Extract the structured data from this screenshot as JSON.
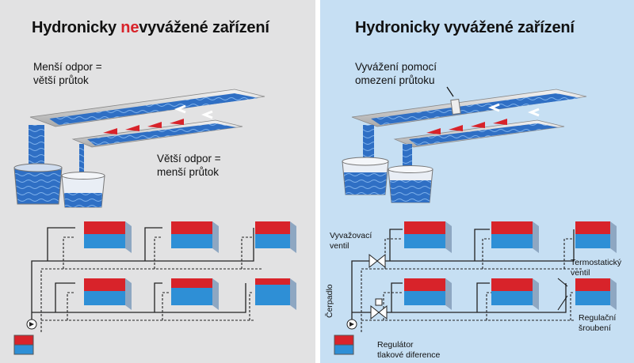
{
  "left_panel": {
    "title_prefix": "Hydronicky ",
    "title_highlight": "ne",
    "title_suffix": "vyvážené zařízení",
    "label_small_resistance": [
      "Menší odpor =",
      "větší průtok"
    ],
    "label_big_resistance": [
      "Větší odpor =",
      "menší průtok"
    ]
  },
  "right_panel": {
    "title": "Hydronicky vyvážené zařízení",
    "label_balancing": [
      "Vyvážení pomocí",
      "omezení průtoku"
    ],
    "label_balancing_valve": [
      "Vyvažovací",
      "ventil"
    ],
    "label_thermostatic_valve": [
      "Termostatický",
      "ventil"
    ],
    "label_pump": "Čerpadlo",
    "label_control_screw": [
      "Regulační",
      "šroubení"
    ],
    "label_dp_regulator": [
      "Regulátor",
      "tlakové diference"
    ]
  },
  "colors": {
    "left_bg": "#e2e2e3",
    "right_bg": "#c6dff3",
    "water": "#2f6fc4",
    "radiator_hot": "#d8232a",
    "radiator_cold": "#2e8fd6",
    "highlight": "#d8232a"
  }
}
